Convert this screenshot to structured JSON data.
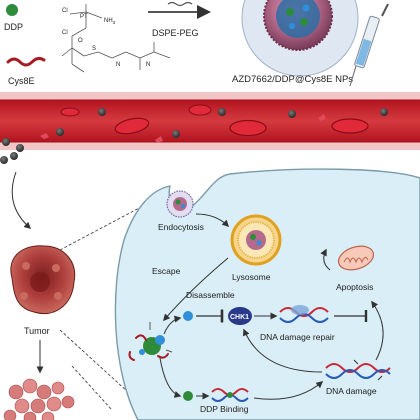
{
  "top": {
    "ddp_label": "DDP",
    "cys8e_label": "Cys8E",
    "peg_label": "DSPE-PEG",
    "nps_label": "AZD7662/DDP@Cys8E NPs",
    "chem_pt": "PT",
    "chem_nh3": "NH",
    "chem_nh3_sub": "3",
    "chem_cl_upper": "Cl",
    "chem_cl_lower": "Cl",
    "chem_o": "O",
    "chem_s": "S",
    "chem_n1": "N",
    "chem_n2": "N"
  },
  "left": {
    "tumor_label": "Tumor"
  },
  "cell": {
    "endocytosis_label": "Endocytosis",
    "lysosome_label": "Lysosome",
    "escape_label": "Escape",
    "disassemble_label": "Disassemble",
    "apoptosis_label": "Apoptosis",
    "repair_label": "DNA damage repair",
    "damage_label": "DNA damage",
    "binding_label": "DDP Binding",
    "target_label": "CHK1"
  },
  "colors": {
    "vessel": "#c0202c",
    "vessel_wall": "#f2c6c6",
    "rbc": "#c8102e",
    "cell_fill": "#d9eef6",
    "cell_border": "#7a9aa8",
    "lysosome_ring": "#f2b84a",
    "np_core": "#3a3a3a",
    "ddp_green": "#2e8b3a",
    "drug_blue": "#2f8fd8",
    "cys8e": "#a81a22",
    "tumor": "#a83a3a"
  }
}
